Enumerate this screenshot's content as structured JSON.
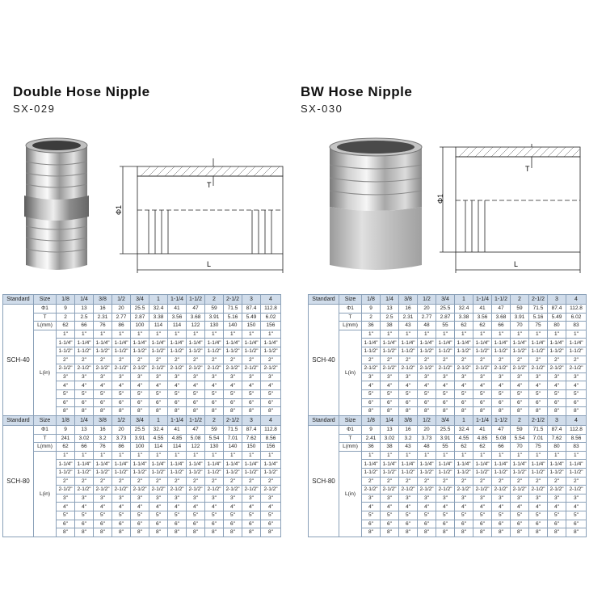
{
  "products": [
    {
      "title": "Double Hose Nipple",
      "code": "SX-029",
      "dim_phi": "Φ1",
      "dim_t": "T",
      "dim_l": "L"
    },
    {
      "title": "BW Hose Nipple",
      "code": "SX-030",
      "dim_phi": "Φ1",
      "dim_t": "T",
      "dim_l": "L"
    }
  ],
  "tables": [
    {
      "std_label": "Standard",
      "size_label": "Size",
      "schedule": "SCH-40",
      "sizes": [
        "1/8",
        "1/4",
        "3/8",
        "1/2",
        "3/4",
        "1",
        "1-1/4",
        "1-1/2",
        "2",
        "2-1/2",
        "3",
        "4"
      ],
      "phi_label": "Φ1",
      "t_label": "T",
      "l_mm_label": "L(mm)",
      "l_in_label": "L(in)",
      "phi": [
        "9",
        "13",
        "16",
        "20",
        "25.5",
        "32.4",
        "41",
        "47",
        "59",
        "71.5",
        "87.4",
        "112.8"
      ],
      "t": [
        "2",
        "2.5",
        "2.31",
        "2.77",
        "2.87",
        "3.38",
        "3.56",
        "3.68",
        "3.91",
        "5.16",
        "5.49",
        "6.02"
      ],
      "l_mm": [
        "62",
        "66",
        "76",
        "86",
        "100",
        "114",
        "114",
        "122",
        "130",
        "140",
        "150",
        "156"
      ],
      "l_in": [
        "1\"",
        "1-1/4\"",
        "1-1/2\"",
        "2\"",
        "2-1/2\"",
        "3\"",
        "4\"",
        "5\"",
        "6\"",
        "8\""
      ]
    },
    {
      "std_label": "Standard",
      "size_label": "Size",
      "schedule": "SCH-40",
      "sizes": [
        "1/8",
        "1/4",
        "3/8",
        "1/2",
        "3/4",
        "1",
        "1-1/4",
        "1-1/2",
        "2",
        "2-1/2",
        "3",
        "4"
      ],
      "phi_label": "Φ1",
      "t_label": "T",
      "l_mm_label": "L(mm)",
      "l_in_label": "L(in)",
      "phi": [
        "9",
        "13",
        "16",
        "20",
        "25.5",
        "32.4",
        "41",
        "47",
        "59",
        "71.5",
        "87.4",
        "112.8"
      ],
      "t": [
        "2",
        "2.5",
        "2.31",
        "2.77",
        "2.87",
        "3.38",
        "3.56",
        "3.68",
        "3.91",
        "5.16",
        "5.49",
        "6.02"
      ],
      "l_mm": [
        "36",
        "38",
        "43",
        "48",
        "55",
        "62",
        "62",
        "66",
        "70",
        "75",
        "80",
        "83"
      ],
      "l_in": [
        "1\"",
        "1-1/4\"",
        "1-1/2\"",
        "2\"",
        "2-1/2\"",
        "3\"",
        "4\"",
        "5\"",
        "6\"",
        "8\""
      ]
    },
    {
      "std_label": "Standard",
      "size_label": "Size",
      "schedule": "SCH-80",
      "sizes": [
        "1/8",
        "1/4",
        "3/8",
        "1/2",
        "3/4",
        "1",
        "1-1/4",
        "1-1/2",
        "2",
        "2-1/2",
        "3",
        "4"
      ],
      "phi_label": "Φ1",
      "t_label": "T",
      "l_mm_label": "L(mm)",
      "l_in_label": "L(in)",
      "phi": [
        "9",
        "13",
        "16",
        "20",
        "25.5",
        "32.4",
        "41",
        "47",
        "59",
        "71.5",
        "87.4",
        "112.8"
      ],
      "t": [
        "241",
        "3.02",
        "3.2",
        "3.73",
        "3.91",
        "4.55",
        "4.85",
        "5.08",
        "5.54",
        "7.01",
        "7.62",
        "8.56"
      ],
      "l_mm": [
        "62",
        "66",
        "76",
        "86",
        "100",
        "114",
        "114",
        "122",
        "130",
        "140",
        "150",
        "156"
      ],
      "l_in": [
        "1\"",
        "1-1/4\"",
        "1-1/2\"",
        "2\"",
        "2-1/2\"",
        "3\"",
        "4\"",
        "5\"",
        "6\"",
        "8\""
      ]
    },
    {
      "std_label": "Standard",
      "size_label": "Size",
      "schedule": "SCH-80",
      "sizes": [
        "1/8",
        "1/4",
        "3/8",
        "1/2",
        "3/4",
        "1",
        "1-1/4",
        "1-1/2",
        "2",
        "2-1/2",
        "3",
        "4"
      ],
      "phi_label": "Φ1",
      "t_label": "T",
      "l_mm_label": "L(mm)",
      "l_in_label": "L(in)",
      "phi": [
        "9",
        "13",
        "16",
        "20",
        "25.5",
        "32.4",
        "41",
        "47",
        "59",
        "71.5",
        "87.4",
        "112.8"
      ],
      "t": [
        "2.41",
        "3.02",
        "3.2",
        "3.73",
        "3.91",
        "4.55",
        "4.85",
        "5.08",
        "5.54",
        "7.01",
        "7.62",
        "8.56"
      ],
      "l_mm": [
        "36",
        "38",
        "43",
        "48",
        "55",
        "62",
        "62",
        "66",
        "70",
        "75",
        "80",
        "83"
      ],
      "l_in": [
        "1\"",
        "1-1/4\"",
        "1-1/2\"",
        "2\"",
        "2-1/2\"",
        "3\"",
        "4\"",
        "5\"",
        "6\"",
        "8\""
      ]
    }
  ],
  "colors": {
    "header_bg": "#d0dcea",
    "border": "#8aa0b8"
  }
}
